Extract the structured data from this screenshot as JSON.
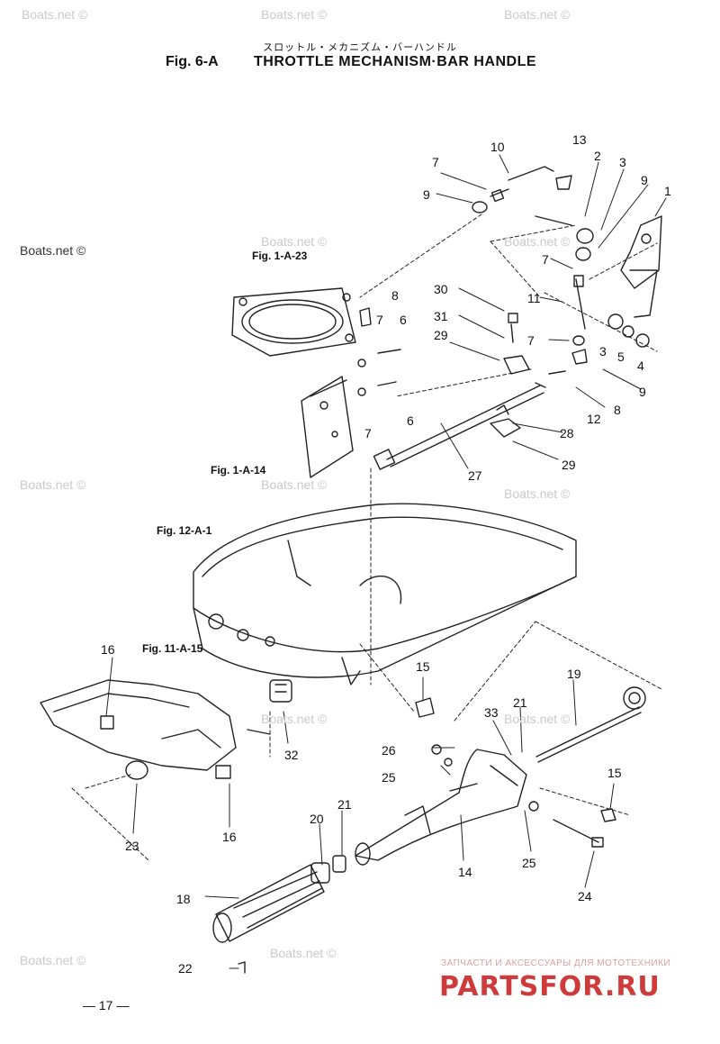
{
  "header": {
    "japanese_title": "スロットル・メカニズム・バーハンドル",
    "figure_id": "Fig. 6-A",
    "title": "THROTTLE MECHANISM·BAR HANDLE"
  },
  "watermark": "Boats.net ©",
  "references": {
    "fig_1_a_23": "Fig. 1-A-23",
    "fig_1_a_14": "Fig. 1-A-14",
    "fig_12_a_1": "Fig. 12-A-1",
    "fig_11_a_15": "Fig. 11-A-15"
  },
  "page_number": "— 17 —",
  "branding": {
    "tagline": "ЗАПЧАСТИ И АКСЕССУАРЫ ДЛЯ МОТОТЕХНИКИ",
    "logo": "PARTSFOR.RU"
  }
}
